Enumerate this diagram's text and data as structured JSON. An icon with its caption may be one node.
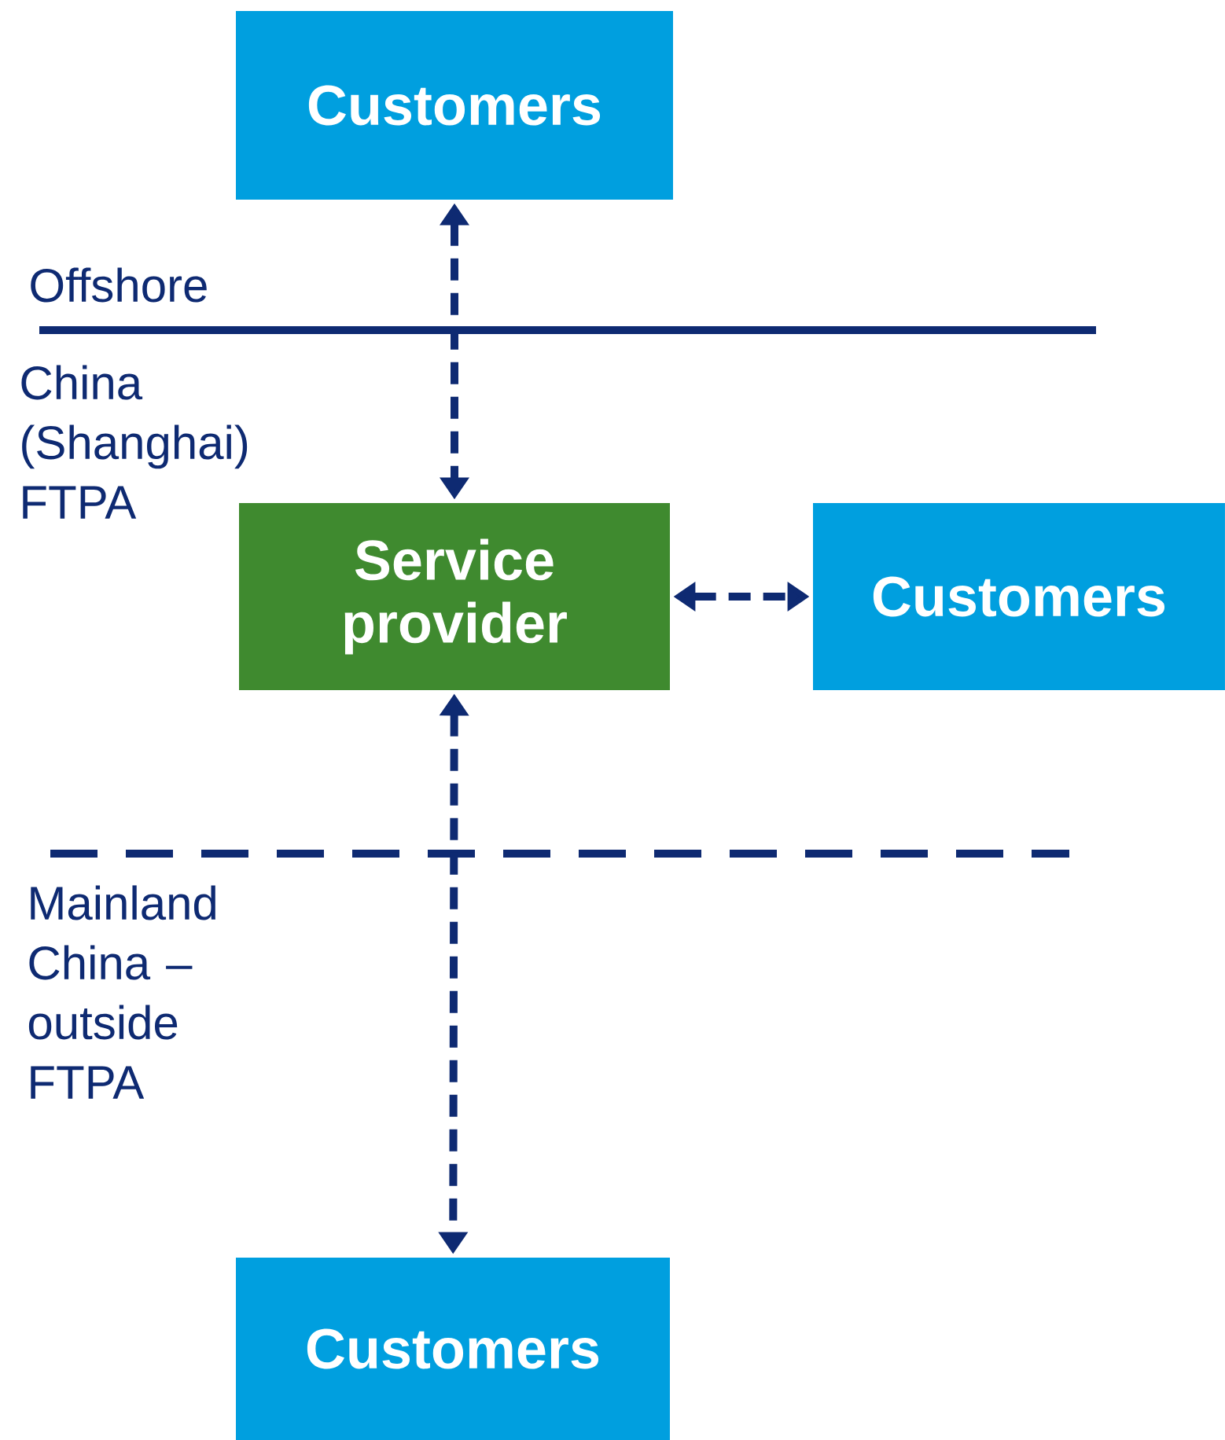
{
  "diagram": {
    "nodes": [
      {
        "text": [
          "Customers"
        ]
      },
      {
        "text": [
          "Service provider"
        ]
      },
      {
        "text": [
          "Customers"
        ]
      },
      {
        "text": [
          "Customers"
        ]
      }
    ],
    "edges": [
      {
        "from": 0,
        "to": 1,
        "arrow": "both",
        "style": "dashed"
      },
      {
        "from": 1,
        "to": 2,
        "arrow": "both",
        "style": "dashed"
      },
      {
        "from": 1,
        "to": 3,
        "arrow": "both",
        "style": "dashed"
      }
    ],
    "labels": [
      "Offshore",
      "China (Shanghai) FTPA",
      "Mainland China – outside FTPA"
    ]
  }
}
